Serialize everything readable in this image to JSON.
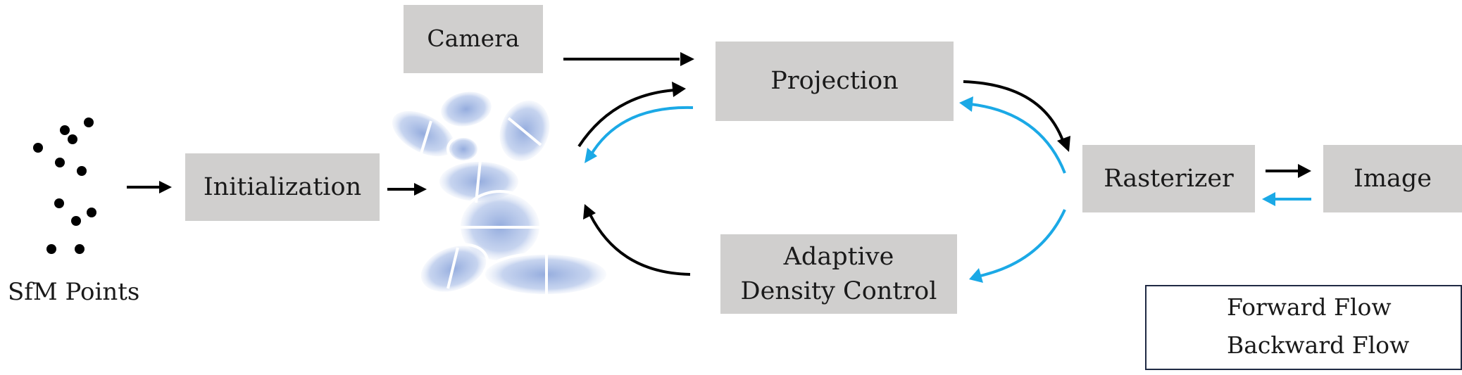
{
  "nodes": {
    "sfm_points": "SfM Points",
    "initialization": "Initialization",
    "camera": "Camera",
    "projection": "Projection",
    "rasterizer": "Rasterizer",
    "image": "Image",
    "adc_line1": "Adaptive",
    "adc_line2": "Density Control"
  },
  "legend": {
    "forward": "Forward Flow",
    "backward": "Backward Flow"
  },
  "colors": {
    "forward": "#000000",
    "backward": "#1ba9e6",
    "box_fill": "#d0cfce",
    "gaussian": "#9bb3e0"
  }
}
